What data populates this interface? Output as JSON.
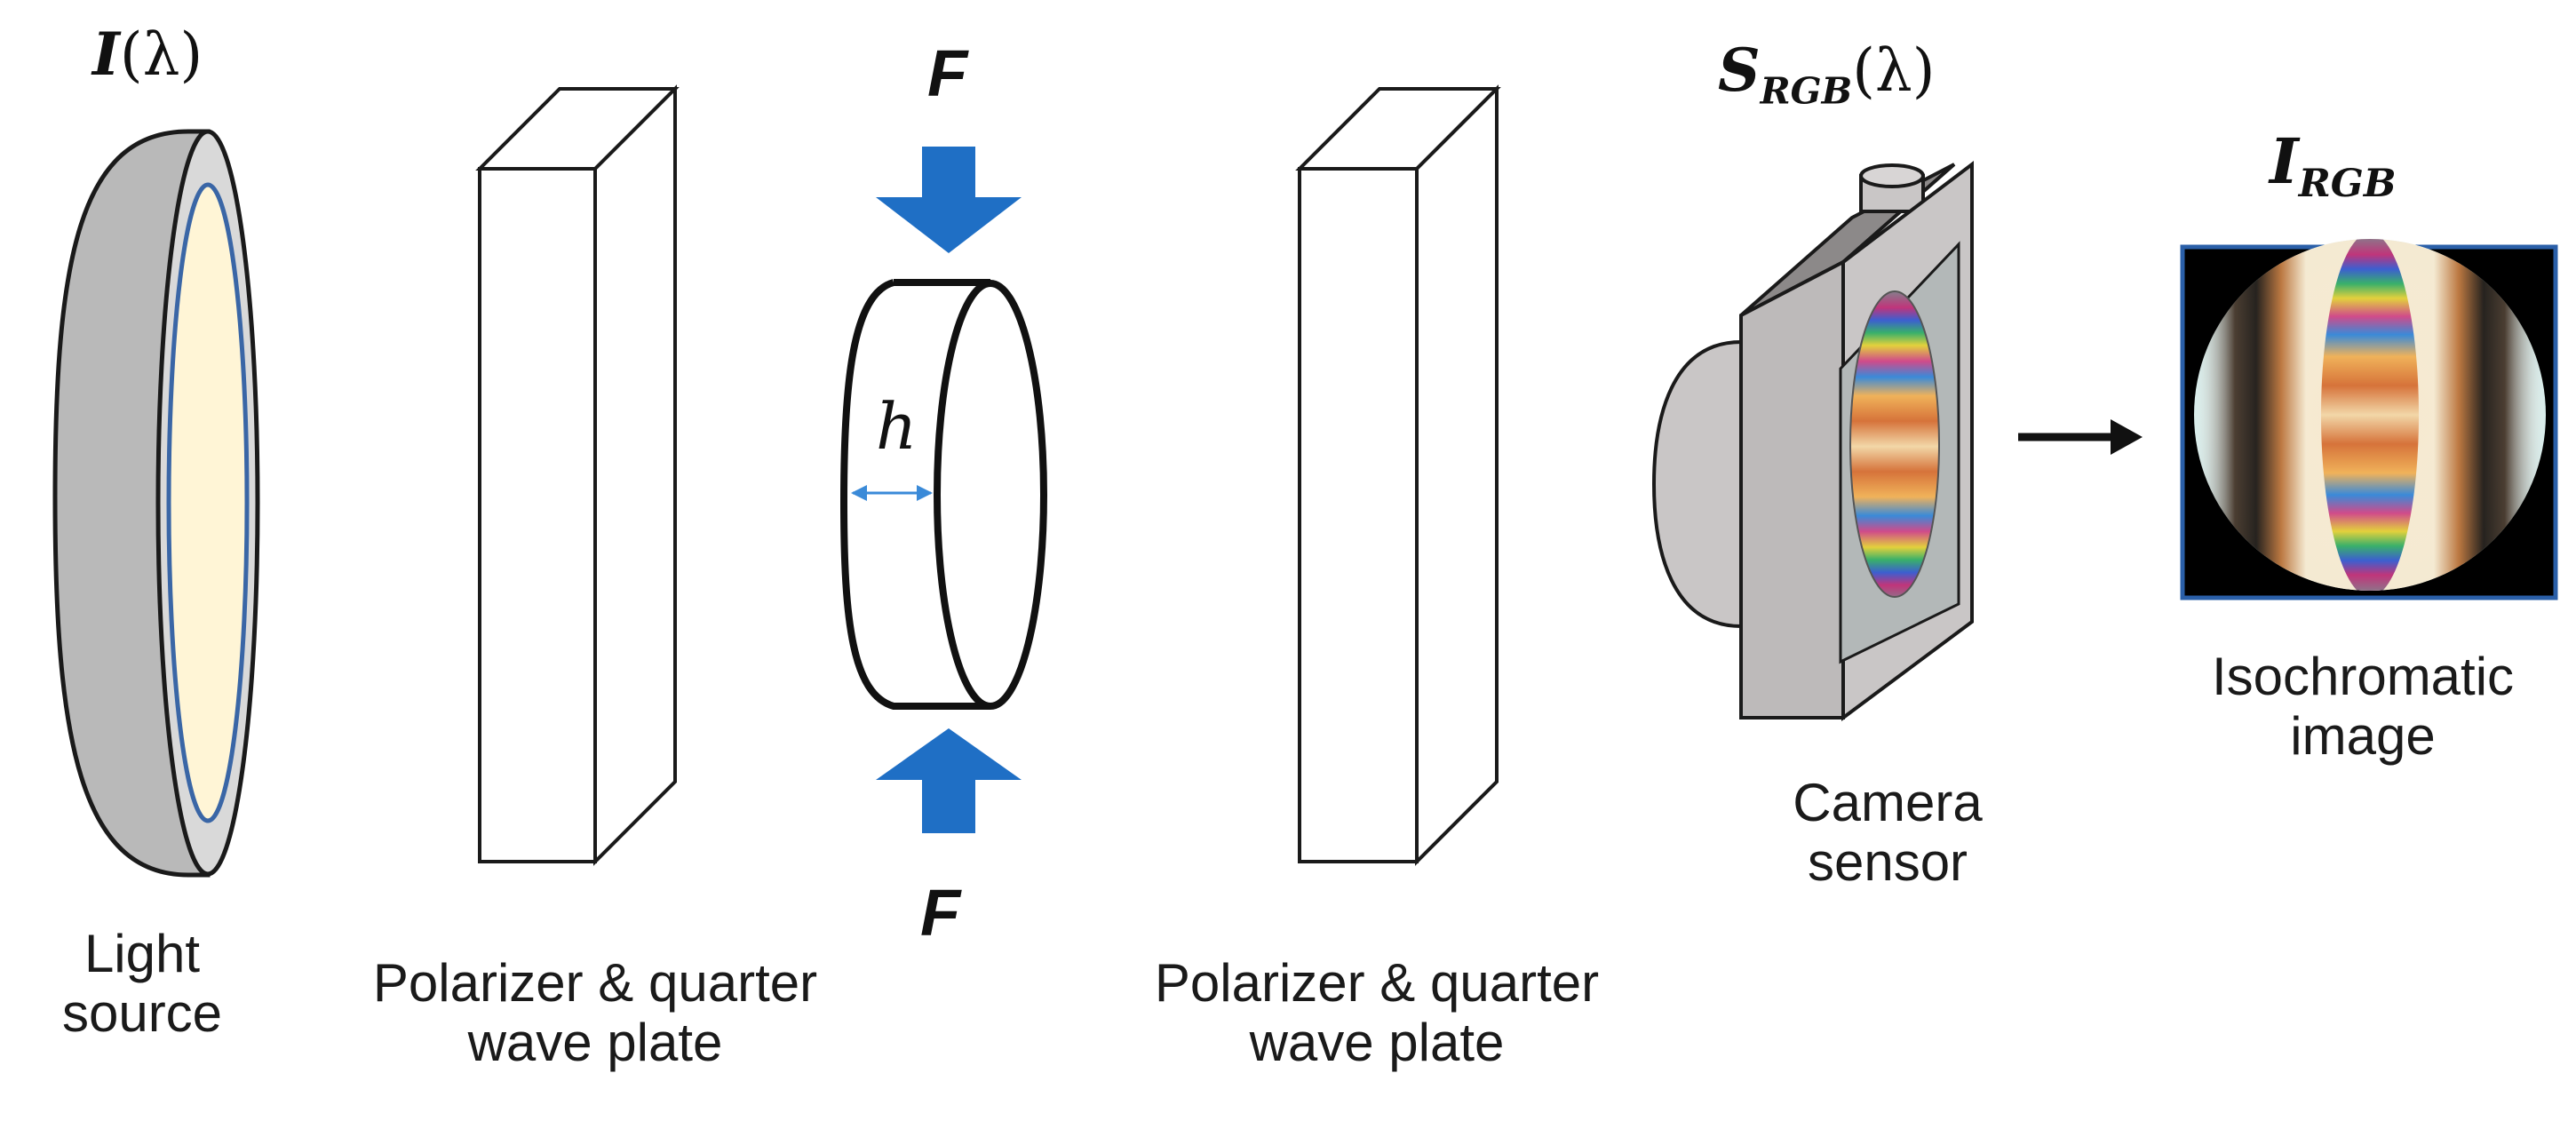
{
  "symbols": {
    "source_intensity_main": "I",
    "source_intensity_arg": "(λ)",
    "camera_sensitivity_main": "S",
    "camera_sensitivity_sub": "RGB",
    "camera_sensitivity_arg": "(λ)",
    "image_intensity_main": "I",
    "image_intensity_sub": "RGB",
    "force_top": "F",
    "force_bottom": "F",
    "thickness": "h"
  },
  "labels": {
    "light_source_line1": "Light",
    "light_source_line2": "source",
    "polarizer_left_line1": "Polarizer & quarter",
    "polarizer_left_line2": "wave plate",
    "polarizer_right_line1": "Polarizer & quarter",
    "polarizer_right_line2": "wave plate",
    "camera_line1": "Camera",
    "camera_line2": "sensor",
    "isochromatic_line1": "Isochromatic",
    "isochromatic_line2": "image"
  },
  "colors": {
    "force_arrow": "#1f6fc5",
    "disk_gray": "#b9b9b9",
    "disk_face": "#fff5d6",
    "disk_ring": "#3a66a6",
    "camera_body": "#c9c6c6",
    "camera_top": "#8c8989",
    "image_border": "#2a5fa8",
    "image_background": "#000000"
  }
}
